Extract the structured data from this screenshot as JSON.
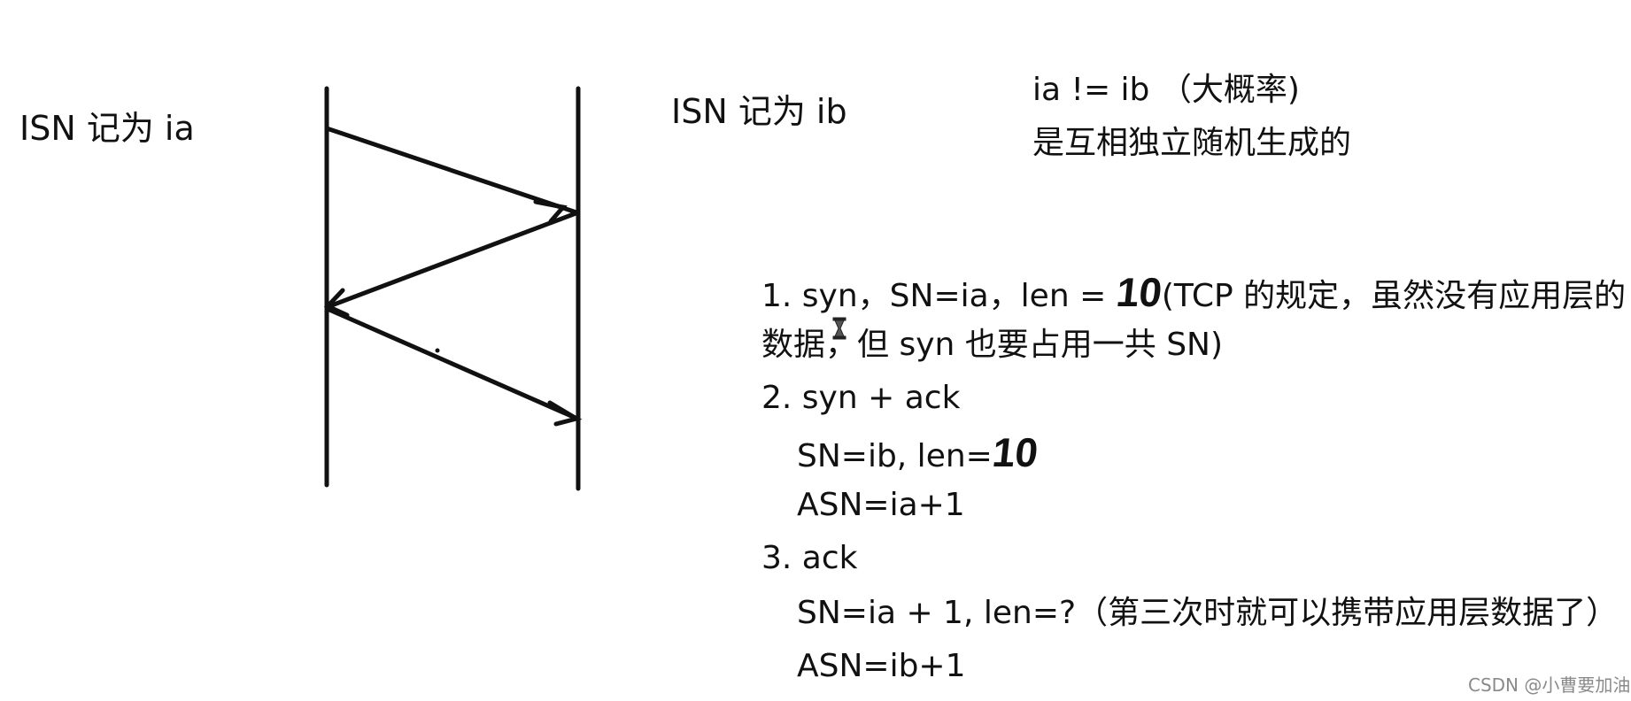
{
  "labels": {
    "left": "ISN 记为 ia",
    "right": "ISN 记为 ib"
  },
  "note": {
    "line1": "ia != ib （大概率)",
    "line2": "是互相独立随机生成的"
  },
  "steps": {
    "s1_line1_pre": "1. syn，SN=ia，len = ",
    "s1_mark": "1",
    "s1_line1_post": "(TCP 的规定，虽然没有应用层的",
    "s1_line2": "数据，但 syn 也要占用一共 SN)",
    "s2_title": "2. syn + ack",
    "s2_sn_pre": "SN=ib, len=",
    "s2_mark": "1",
    "s2_asn": "ASN=ia+1",
    "s3_title": "3. ack",
    "s3_sn": "SN=ia + 1, len=?（第三次时就可以携带应用层数据了）",
    "s3_asn": "ASN=ib+1"
  },
  "handwritten_mark": "0",
  "watermark": "CSDN @小曹要加油",
  "colors": {
    "ink": "#111111",
    "background": "#ffffff",
    "watermark": "#8a8a8a"
  }
}
